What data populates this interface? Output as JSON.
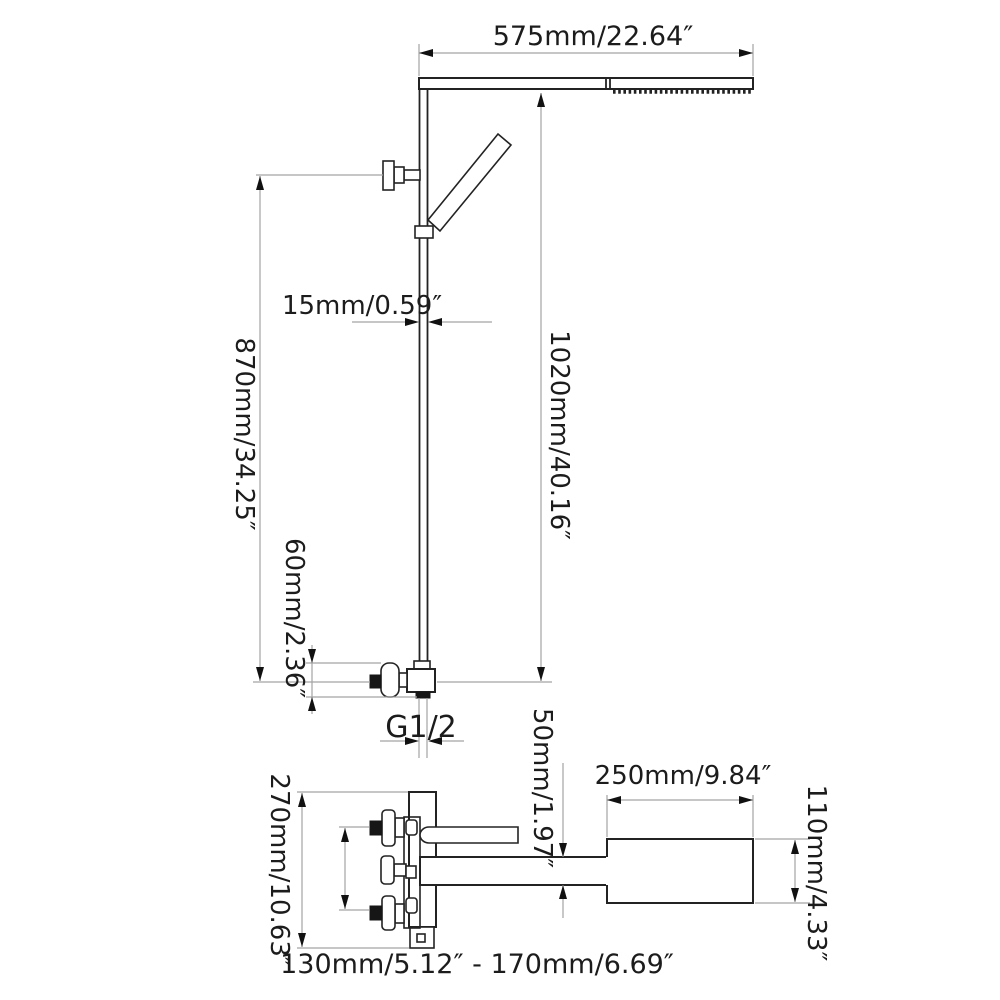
{
  "drawing": {
    "type": "technical-dimension-diagram",
    "subject": "wall-mounted shower system with rain head, hand shower and tub spout",
    "colors": {
      "background": "#ffffff",
      "outline": "#232323",
      "dimension_line": "#a3a3a3",
      "text": "#1c1c1c"
    },
    "labels": {
      "arm_width": "575mm/22.64″",
      "pipe_width": "15mm/0.59″",
      "bar_height": "870mm/34.25″",
      "total_height": "1020mm/40.16″",
      "valve_offset": "60mm/2.36″",
      "thread": "G1/2",
      "spout_thickness": "50mm/1.97″",
      "shelf_length": "250mm/9.84″",
      "front_height": "270mm/10.63″",
      "shelf_depth": "110mm/4.33″",
      "inlet_spacing": "130mm/5.12″ - 170mm/6.69″"
    }
  }
}
